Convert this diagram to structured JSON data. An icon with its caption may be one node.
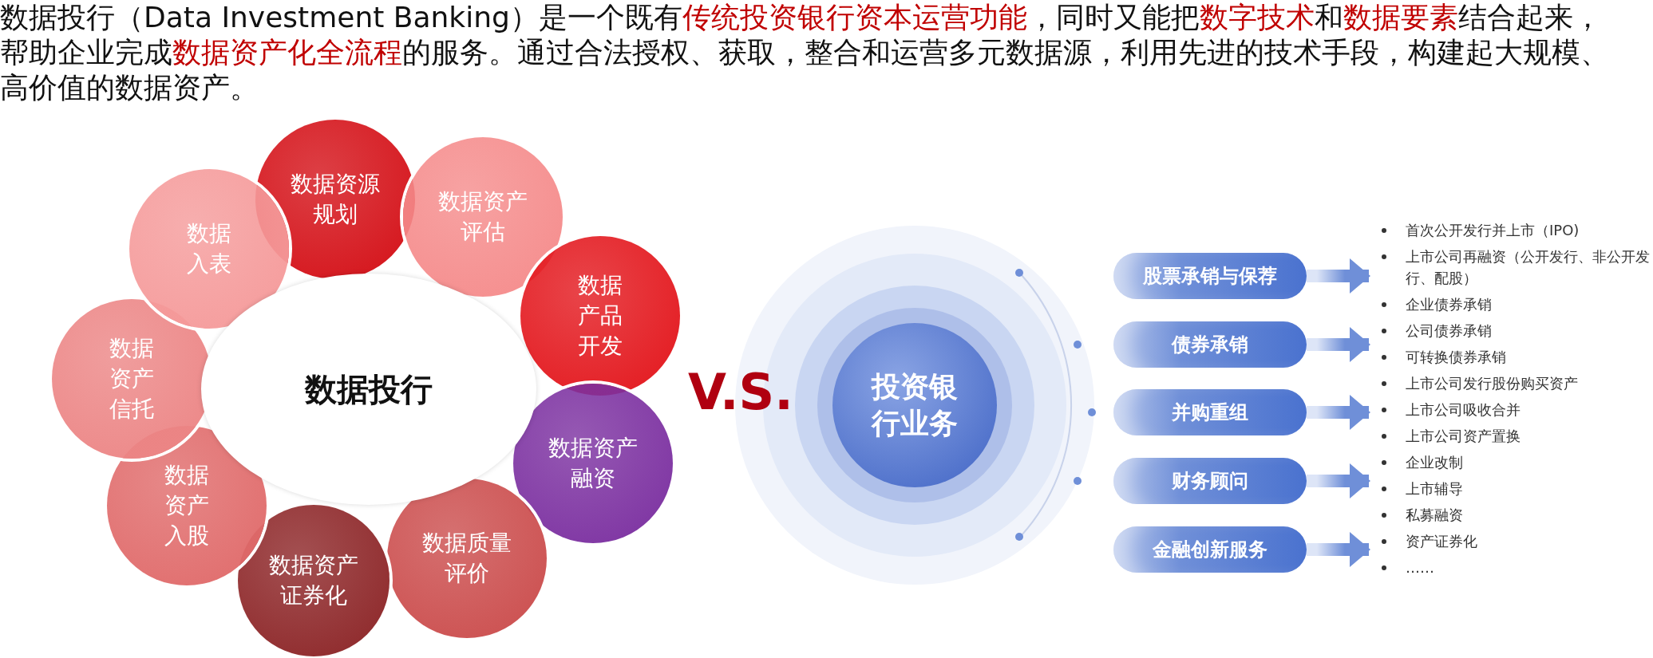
{
  "diagram": {
    "title": "数据投行（Data Investment Banking）是一个既有**传统投资银行资本运营功能**，同时又能把**数字技术**和**数据要素**结合起来，帮助企业完成**数据资产化全流程**的服务。通过合法授权、获取，整合和运营多元数据源，利用先进的技术手段，构建起大规模、高价值的数据资产。",
    "nodes": [
      {
        "text": [
          "数据投行"
        ]
      },
      {
        "text": [
          "数据资源规划"
        ]
      },
      {
        "text": [
          "数据资产评估"
        ]
      },
      {
        "text": [
          "数据产品开发"
        ]
      },
      {
        "text": [
          "数据资产融资"
        ]
      },
      {
        "text": [
          "数据质量评价"
        ]
      },
      {
        "text": [
          "数据资产证券化"
        ]
      },
      {
        "text": [
          "数据资产入股"
        ]
      },
      {
        "text": [
          "数据资产信托"
        ]
      },
      {
        "text": [
          "数据入表"
        ]
      },
      {
        "text": [
          "投资银行业务"
        ]
      },
      {
        "text": [
          "股票承销与保荐"
        ]
      },
      {
        "text": [
          "债券承销"
        ]
      },
      {
        "text": [
          "并购重组"
        ]
      },
      {
        "text": [
          "财务顾问"
        ]
      },
      {
        "text": [
          "金融创新服务"
        ]
      }
    ],
    "edges": [
      {
        "from": 11,
        "to": null,
        "arrow": "to"
      },
      {
        "from": 12,
        "to": null,
        "arrow": "to"
      },
      {
        "from": 13,
        "to": null,
        "arrow": "to"
      },
      {
        "from": 14,
        "to": null,
        "arrow": "to"
      },
      {
        "from": 15,
        "to": null,
        "arrow": "to"
      }
    ],
    "labels": [
      "V.S.",
      "首次公开发行并上市（IPO)",
      "上市公司再融资（公开发行、非公开发行、配股）",
      "企业债券承销",
      "公司债券承销",
      "可转换债券承销",
      "上市公司发行股份购买资产",
      "上市公司吸收合并",
      "上市公司资产置换",
      "企业改制",
      "上市辅导",
      "私募融资",
      "资产证券化",
      "……"
    ]
  }
}
